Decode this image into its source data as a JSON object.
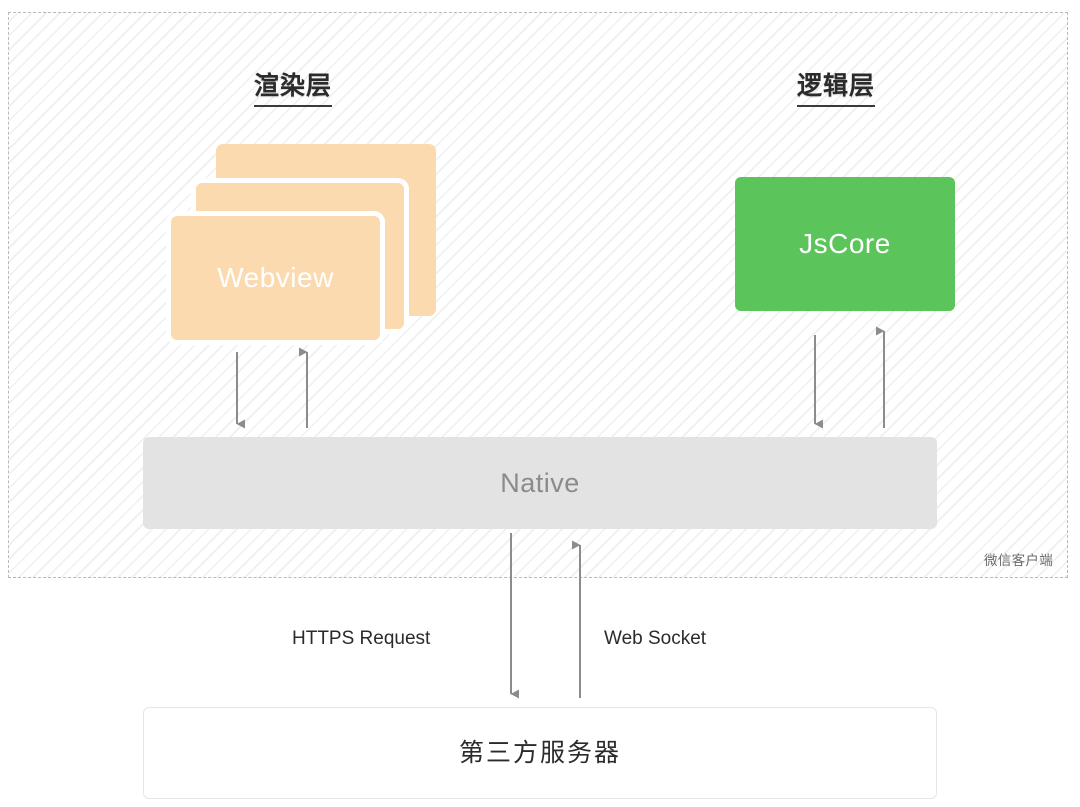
{
  "diagram": {
    "title_render_layer": "渲染层",
    "title_logic_layer": "逻辑层",
    "client_label": "微信客户端",
    "nodes": {
      "webview": "Webview",
      "jscore": "JsCore",
      "native": "Native",
      "server": "第三方服务器"
    },
    "connectors": {
      "https": "HTTPS Request",
      "websocket": "Web Socket"
    },
    "colors": {
      "webview_fill": "#fcdab0",
      "jscore_fill": "#5bc45b",
      "native_fill": "#e3e3e3",
      "server_border": "#e6e6e6",
      "arrow": "#8c8c8c",
      "dashed_border": "#b9b9b9",
      "hatch_line": "#efefef",
      "heading_text": "#2b2b2b",
      "node_text_light": "#ffffff",
      "native_text": "#8b8b8b"
    }
  }
}
